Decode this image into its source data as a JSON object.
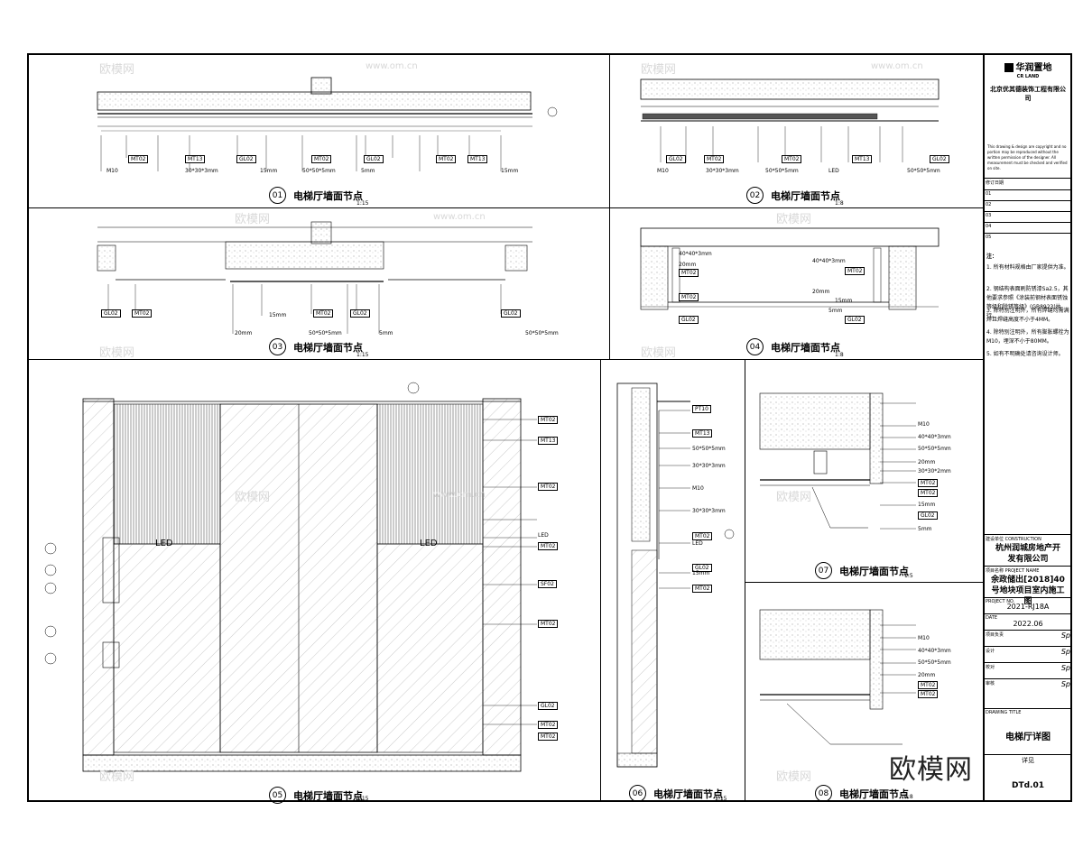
{
  "panels": [
    {
      "no": "01",
      "title": "电梯厅墙面节点",
      "scale": "1:15"
    },
    {
      "no": "02",
      "title": "电梯厅墙面节点",
      "scale": "1:8"
    },
    {
      "no": "03",
      "title": "电梯厅墙面节点",
      "scale": "1:15"
    },
    {
      "no": "04",
      "title": "电梯厅墙面节点",
      "scale": "1:8"
    },
    {
      "no": "05",
      "title": "电梯厅墙面节点",
      "scale": "1:15"
    },
    {
      "no": "06",
      "title": "电梯厅墙面节点",
      "scale": "1:15"
    },
    {
      "no": "07",
      "title": "电梯厅墙面节点",
      "scale": "1:5"
    },
    {
      "no": "08",
      "title": "电梯厅墙面节点",
      "scale": "1:8"
    }
  ],
  "labels": {
    "p1_tags": [
      "MT02",
      "MT13",
      "GL02",
      "MT02",
      "GL02",
      "MT02",
      "MT13"
    ],
    "p1_notes": [
      "M10",
      "30*30*3mm",
      "15mm",
      "50*50*5mm",
      "5mm",
      "15mm"
    ],
    "p2_tags": [
      "GL02",
      "MT02",
      "MT02",
      "MT13",
      "GL02"
    ],
    "p2_notes": [
      "M10",
      "30*30*3mm",
      "50*50*5mm",
      "LED",
      "50*50*5mm"
    ],
    "p3_tags": [
      "GL02",
      "MT02",
      "MT02",
      "GL02",
      "GL02"
    ],
    "p3_notes": [
      "15mm",
      "20mm",
      "50*50*5mm",
      "5mm",
      "50*50*5mm"
    ],
    "p4_notes": [
      "40*40*3mm",
      "20mm",
      "40*40*3mm",
      "20mm",
      "15mm",
      "5mm"
    ],
    "p4_tags": [
      "MT02",
      "MT02",
      "GL02",
      "MT02",
      "GL02"
    ],
    "p5_tags": [
      "MT02",
      "MT13",
      "MT02",
      "LED",
      "MT02",
      "SF02",
      "MT02",
      "GL02",
      "MT02",
      "MT02"
    ],
    "p5_led": "LED",
    "p6_tags": [
      "PT10",
      "MT13",
      "MT02",
      "GL02",
      "MT02"
    ],
    "p6_notes": [
      "50*50*5mm",
      "30*30*3mm",
      "M10",
      "30*30*3mm",
      "LED",
      "15mm"
    ],
    "p7_notes": [
      "M10",
      "40*40*3mm",
      "50*50*5mm",
      "20mm",
      "30*30*2mm",
      "15mm",
      "5mm"
    ],
    "p7_tags": [
      "MT02",
      "MT02",
      "GL02"
    ],
    "p8_notes": [
      "M10",
      "40*40*3mm",
      "50*50*5mm",
      "20mm"
    ],
    "p8_tags": [
      "MT02",
      "MT02"
    ]
  },
  "title_block": {
    "logo": "华润置地",
    "logo_en": "CR LAND",
    "company": "北京优其德装饰工程有限公司",
    "copyright": "This drawing & design are copyright and no portion may be reproduced without the written permission of the designer. All measurement must be checked and verified on site.",
    "rev_label": "修订日期",
    "rev_rows": [
      "01",
      "02",
      "03",
      "04",
      "05"
    ],
    "notes_label": "注：",
    "notes": [
      "1. 所有材料规格由厂家提供为准。",
      "2. 钢结构表面刷防锈漆Sa2.5，其他要求参照《涂装前钢材表面锈蚀等级和除锈等级》(GB8923)执行。",
      "3. 除特别注明外，所有焊缝均需满焊且焊缝高度不小于4MM。",
      "4. 除特别注明外，所有膨胀螺栓为M10，埋深不小于80MM。",
      "5. 如有不明确处请咨询设计师。"
    ],
    "client_label": "建设单位 CONSTRUCTION",
    "client": "杭州润城房地产开发有限公司",
    "project_label": "项目名称 PROJECT NAME",
    "project": "余政储出[2018]40号地块项目室内施工图",
    "project_no_label": "PROJECT NO.",
    "project_no": "2021-RJ18A",
    "date_label": "DATE",
    "date": "2022.06",
    "sign_rows": [
      {
        "label": "项目负责",
        "sig": "Sp"
      },
      {
        "label": "设计",
        "sig": "Sp"
      },
      {
        "label": "校对",
        "sig": "Sp"
      },
      {
        "label": "审核",
        "sig": "Sp"
      }
    ],
    "drawing_title_label": "DRAWING TITLE",
    "drawing_title": "电梯厅详图",
    "detail_label": "详见",
    "sheet_no": "DTd.01"
  },
  "watermarks": [
    "欧模网",
    "www.om.cn"
  ],
  "brand": "欧模网"
}
